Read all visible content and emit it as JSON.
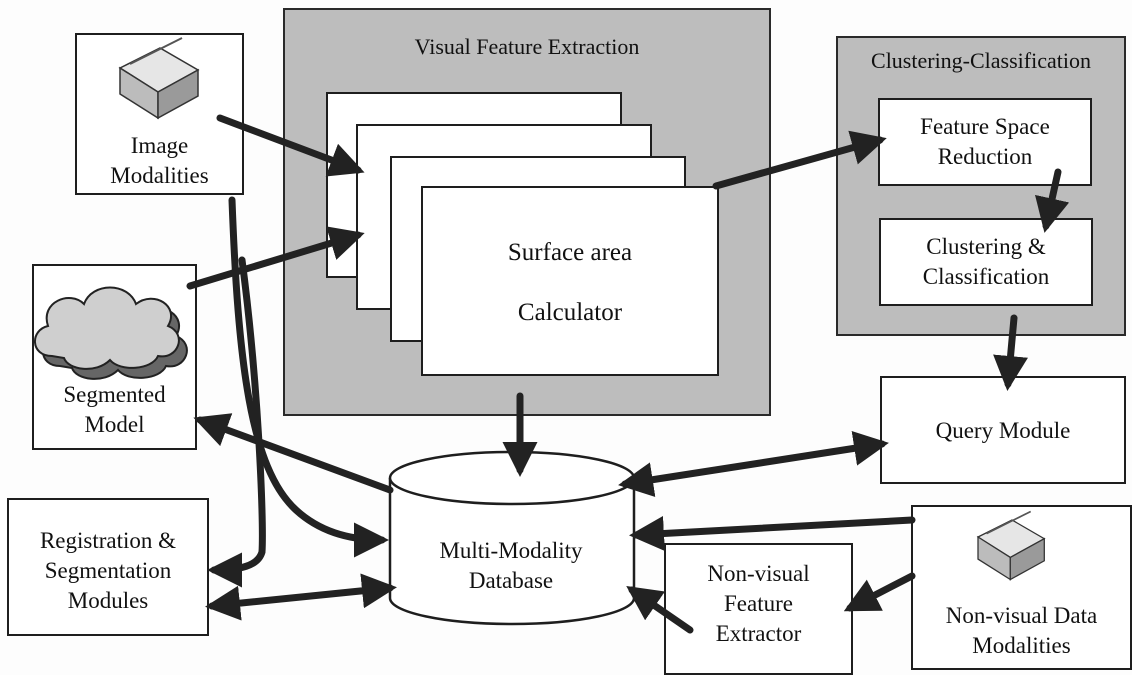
{
  "colors": {
    "panel": "#bdbdbd",
    "box": "#ffffff",
    "line": "#222222"
  },
  "panels": {
    "visual": {
      "title": "Visual Feature Extraction"
    },
    "clustering": {
      "title": "Clustering-Classification"
    }
  },
  "boxes": {
    "image_modalities": "Image\nModalities",
    "segmented_model": "Segmented\nModel",
    "registration": "Registration &\nSegmentation\nModules",
    "surface_calc": "Surface area\n\nCalculator",
    "feature_reduction": "Feature Space\nReduction",
    "clustering": "Clustering &\nClassification",
    "query_module": "Query Module",
    "database": "Multi-Modality\nDatabase",
    "nonvisual_extractor": "Non-visual\nFeature\nExtractor",
    "nonvisual_data": "Non-visual Data\nModalities"
  },
  "icons": [
    "image-stack-icon",
    "cloud-icon",
    "database-cylinder-icon"
  ]
}
